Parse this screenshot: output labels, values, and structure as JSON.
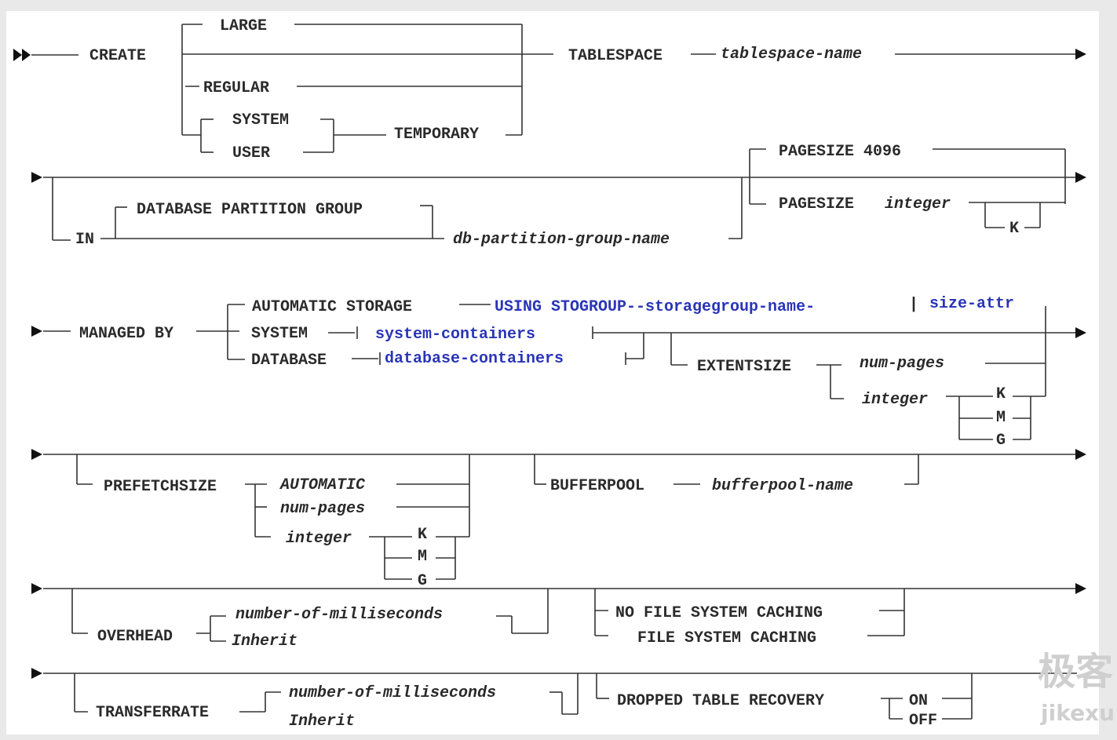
{
  "diagram": {
    "create": "CREATE",
    "large": "LARGE",
    "regular": "REGULAR",
    "system": "SYSTEM",
    "user": "USER",
    "temporary": "TEMPORARY",
    "tablespace": "TABLESPACE",
    "tablespace_name": "tablespace-name",
    "in": "IN",
    "db_partition_group": "DATABASE PARTITION GROUP",
    "db_partition_group_name": "db-partition-group-name",
    "pagesize_4096": "PAGESIZE 4096",
    "pagesize": "PAGESIZE",
    "integer": "integer",
    "k": "K",
    "m": "M",
    "g": "G",
    "managed_by": "MANAGED BY",
    "automatic_storage": "AUTOMATIC STORAGE",
    "using_stogroup": "USING STOGROUP--storagegroup-name-",
    "pipe": "|",
    "size_attr": "size-attr",
    "system_kw": "SYSTEM",
    "system_containers": "system-containers",
    "database_kw": "DATABASE",
    "database_containers": "database-containers",
    "extentsize": "EXTENTSIZE",
    "num_pages": "num-pages",
    "prefetchsize": "PREFETCHSIZE",
    "automatic": "AUTOMATIC",
    "bufferpool": "BUFFERPOOL",
    "bufferpool_name": "bufferpool-name",
    "overhead": "OVERHEAD",
    "number_of_milliseconds": "number-of-milliseconds",
    "inherit": "Inherit",
    "no_file_system_caching": "NO FILE SYSTEM CACHING",
    "file_system_caching": "FILE SYSTEM CACHING",
    "transferrate": "TRANSFERRATE",
    "dropped_table_recovery": "DROPPED TABLE RECOVERY",
    "on": "ON",
    "off": "OFF"
  },
  "watermark": {
    "cn": "极客",
    "en": "jikexu"
  }
}
